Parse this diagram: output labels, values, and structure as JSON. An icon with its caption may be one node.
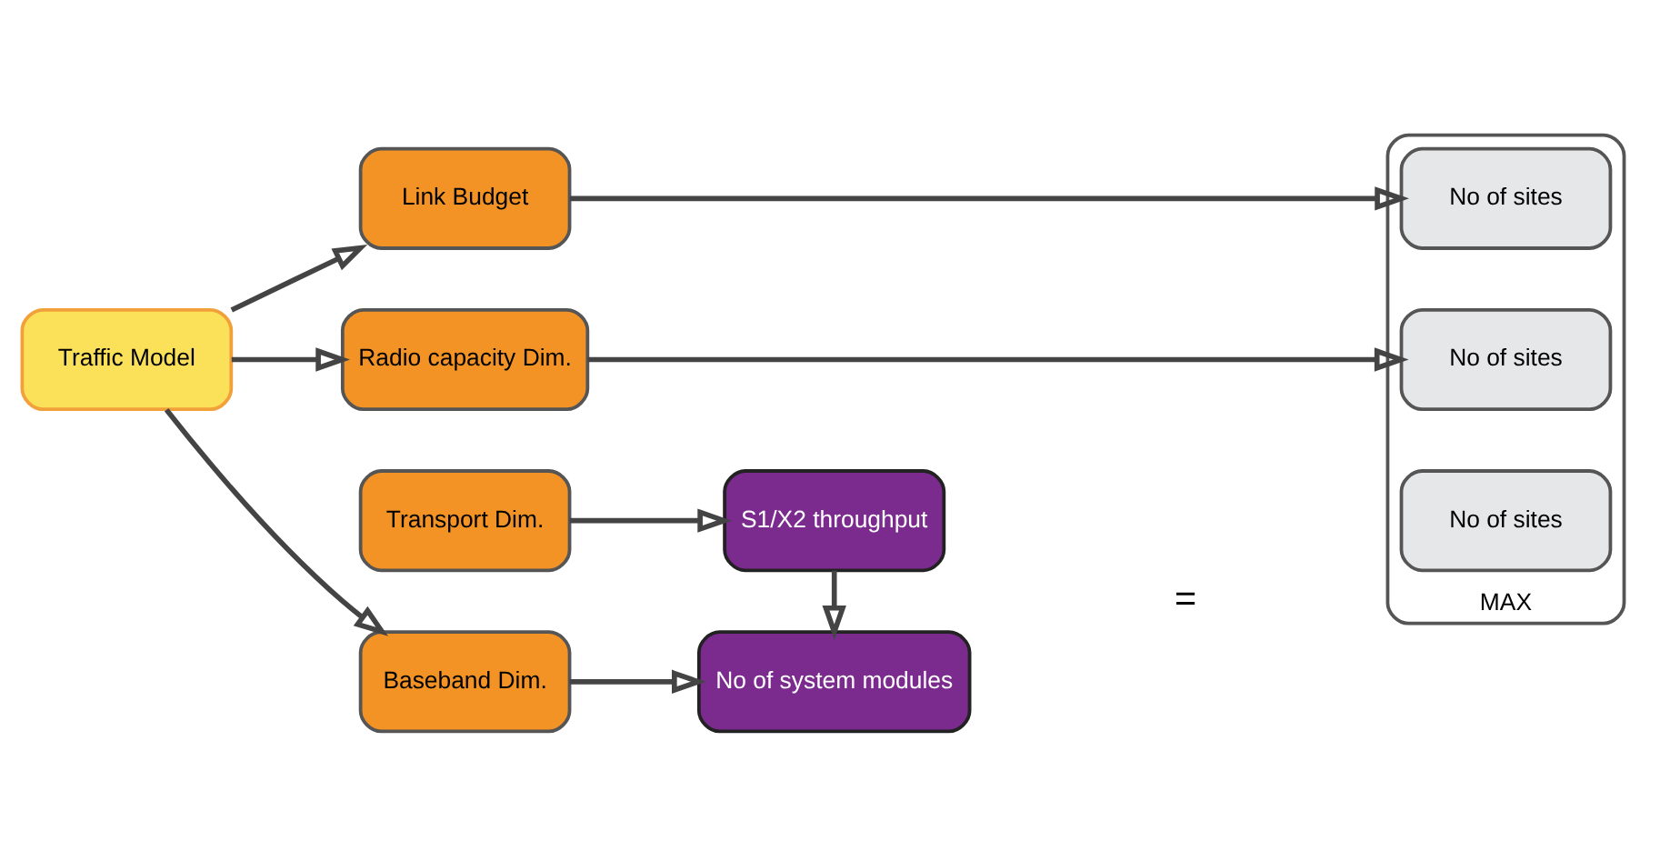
{
  "diagram": {
    "nodes": [
      {
        "text": [
          "Traffic Model"
        ]
      },
      {
        "text": [
          "Link Budget"
        ]
      },
      {
        "text": [
          "Radio capacity Dim."
        ]
      },
      {
        "text": [
          "Baseband Dim."
        ]
      },
      {
        "text": [
          "Transport Dim."
        ]
      },
      {
        "text": [
          "No of system modules"
        ]
      },
      {
        "text": [
          "S1/X2 throughput"
        ]
      },
      {
        "text": [
          "MAX"
        ]
      },
      {
        "text": [
          "No of sites"
        ],
        "in": 7
      },
      {
        "text": [
          "No of sites"
        ],
        "in": 7
      },
      {
        "text": [
          "No of sites"
        ],
        "in": 7
      }
    ],
    "edges": [
      {
        "from": 0,
        "to": 1,
        "arrow": "to"
      },
      {
        "from": 0,
        "to": 2,
        "arrow": "to"
      },
      {
        "from": 0,
        "to": 3,
        "arrow": "to"
      },
      {
        "from": 1,
        "to": 8,
        "arrow": "to"
      },
      {
        "from": 2,
        "to": 9,
        "arrow": "to"
      },
      {
        "from": 3,
        "to": 5,
        "arrow": "to"
      },
      {
        "from": 4,
        "to": 6,
        "arrow": "to"
      },
      {
        "from": 6,
        "to": 5,
        "arrow": "to"
      }
    ],
    "labels": [
      "="
    ]
  }
}
